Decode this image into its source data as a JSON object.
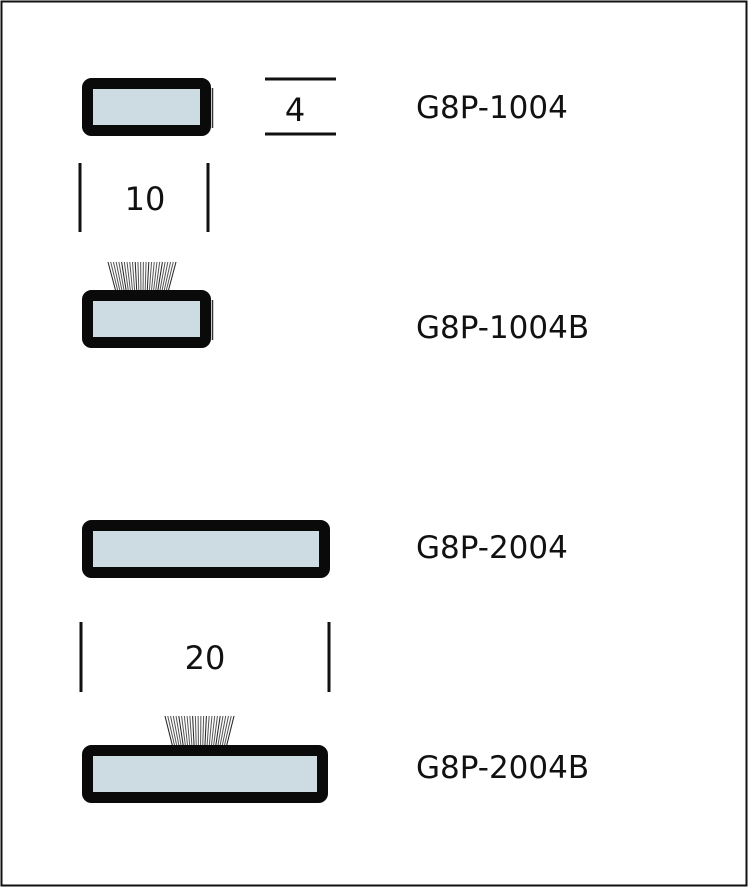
{
  "colors": {
    "profile_fill": "#cddbe2",
    "stroke": "#0a0a0a"
  },
  "dimensions": {
    "height_small": "4",
    "width_small": "10",
    "width_large": "20"
  },
  "profiles": [
    {
      "label": "G8P-1004",
      "brush": false
    },
    {
      "label": "G8P-1004B",
      "brush": true
    },
    {
      "label": "G8P-2004",
      "brush": false
    },
    {
      "label": "G8P-2004B",
      "brush": true
    }
  ]
}
